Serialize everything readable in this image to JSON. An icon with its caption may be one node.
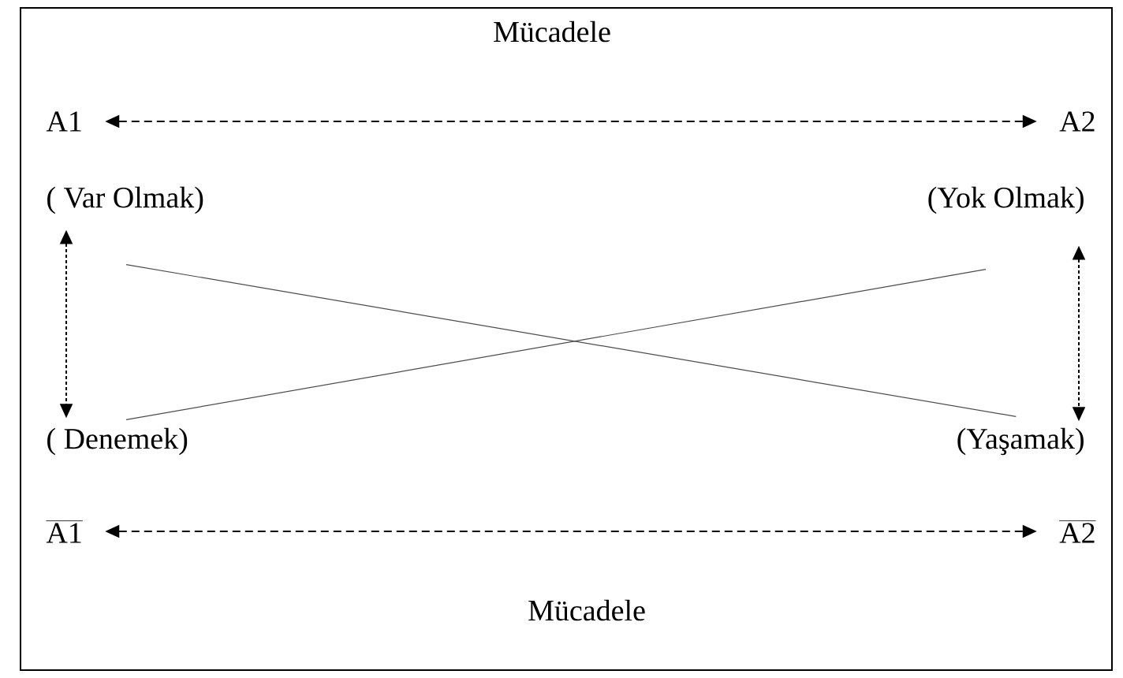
{
  "diagram": {
    "nodes": [
      {
        "text": [
          "A1"
        ]
      },
      {
        "text": [
          "A2"
        ]
      },
      {
        "text": [
          "( Var Olmak)"
        ]
      },
      {
        "text": [
          "(Yok Olmak)"
        ]
      },
      {
        "text": [
          "( Denemek)"
        ]
      },
      {
        "text": [
          "(Yaşamak)"
        ]
      },
      {
        "text": [
          "\\overline{\\mathrm{A1}}"
        ]
      },
      {
        "text": [
          "\\overline{\\mathrm{A2}}"
        ]
      }
    ],
    "edges": [
      {
        "from": 0,
        "to": 1,
        "arrow": "both",
        "style": "dashed"
      },
      {
        "from": 2,
        "to": 4,
        "arrow": "both",
        "style": "dashed"
      },
      {
        "from": 3,
        "to": 5,
        "arrow": "both",
        "style": "dashed"
      },
      {
        "from": 2,
        "to": 5,
        "arrow": "none"
      },
      {
        "from": 4,
        "to": 3,
        "arrow": "none"
      },
      {
        "from": 6,
        "to": 7,
        "arrow": "both",
        "style": "dashed"
      }
    ],
    "labels": [
      "Mücadele",
      "Mücadele"
    ]
  }
}
